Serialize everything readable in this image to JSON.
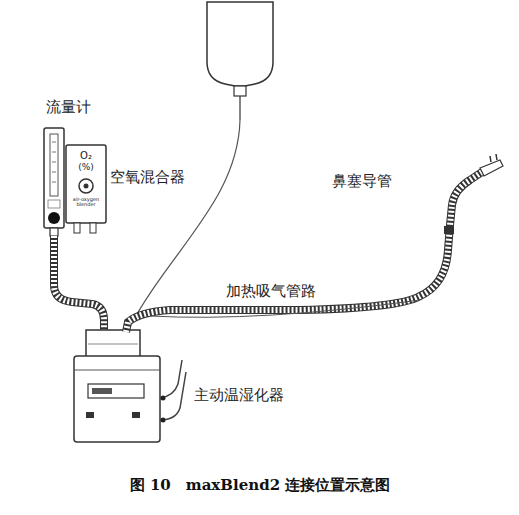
{
  "diagram": {
    "caption": "图 10　maxBlend2 连接位置示意图",
    "labels": [
      "流量计",
      "O₂",
      "(%)",
      "air-oxygen blender",
      "空氧混合器",
      "鼻塞导管",
      "加热吸气管路",
      "主动温湿化器"
    ]
  }
}
